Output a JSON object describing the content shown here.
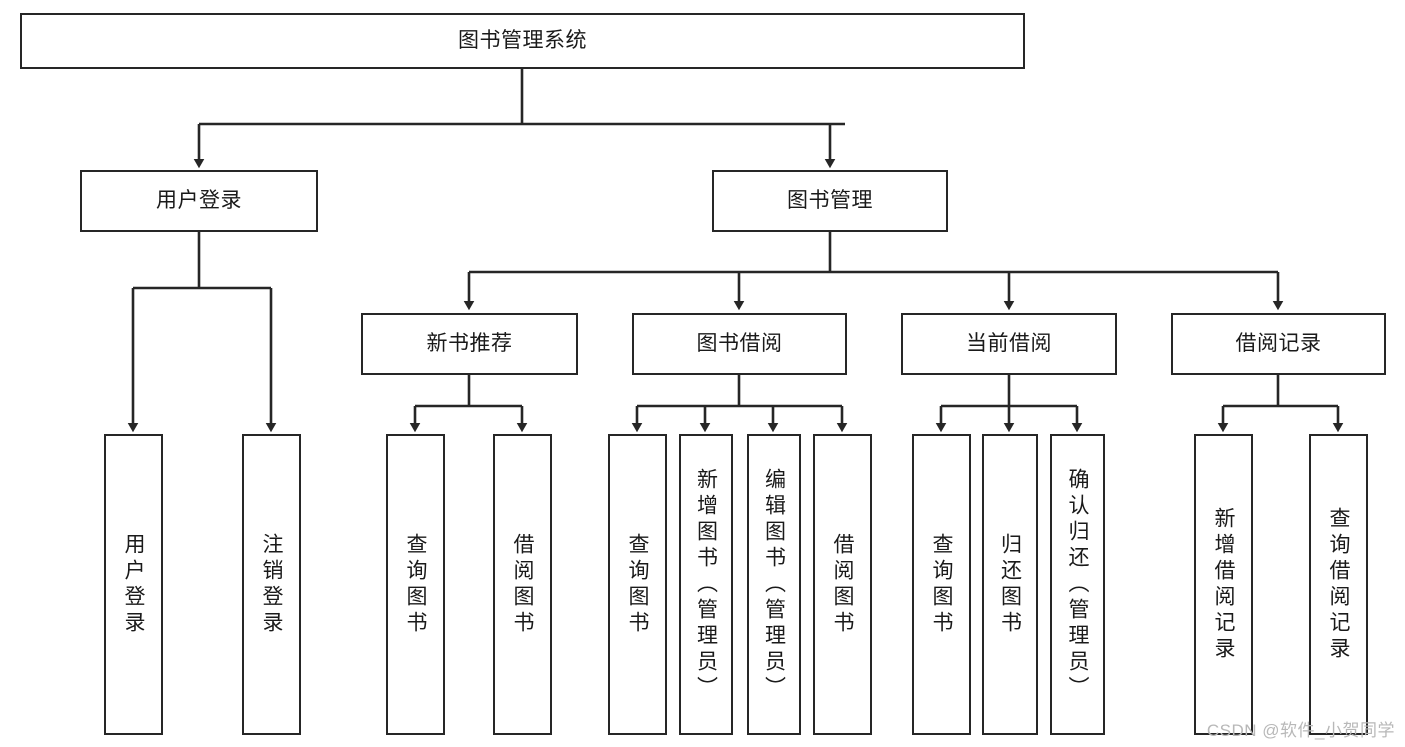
{
  "diagram": {
    "type": "tree-hierarchy",
    "title": "图书管理系统",
    "orientation": "top-down",
    "edge_color": "#262626",
    "box_border_color": "#262626",
    "box_fill_color": "#ffffff",
    "text_color": "#1a1a1a",
    "root": {
      "id": "root",
      "label": "图书管理系统",
      "level": 1
    },
    "level2": [
      {
        "id": "user-login",
        "label": "用户登录",
        "level": 2
      },
      {
        "id": "book-mgmt",
        "label": "图书管理",
        "level": 2
      }
    ],
    "level3": [
      {
        "id": "new-book-recommend",
        "label": "新书推荐",
        "level": 3,
        "parent": "book-mgmt"
      },
      {
        "id": "book-borrow",
        "label": "图书借阅",
        "level": 3,
        "parent": "book-mgmt"
      },
      {
        "id": "current-borrow",
        "label": "当前借阅",
        "level": 3,
        "parent": "book-mgmt"
      },
      {
        "id": "borrow-record",
        "label": "借阅记录",
        "level": 3,
        "parent": "book-mgmt"
      }
    ],
    "leaves": [
      {
        "id": "leaf-user-login",
        "label": "用户登录",
        "parent": "user-login",
        "orientation": "vertical"
      },
      {
        "id": "leaf-logout",
        "label": "注销登录",
        "parent": "user-login",
        "orientation": "vertical"
      },
      {
        "id": "leaf-query-book-1",
        "label": "查询图书",
        "parent": "new-book-recommend",
        "orientation": "vertical"
      },
      {
        "id": "leaf-borrow-book-1",
        "label": "借阅图书",
        "parent": "new-book-recommend",
        "orientation": "vertical"
      },
      {
        "id": "leaf-query-book-2",
        "label": "查询图书",
        "parent": "book-borrow",
        "orientation": "vertical"
      },
      {
        "id": "leaf-add-book",
        "label": "新增图书（管理员）",
        "parent": "book-borrow",
        "orientation": "vertical"
      },
      {
        "id": "leaf-edit-book",
        "label": "编辑图书（管理员）",
        "parent": "book-borrow",
        "orientation": "vertical"
      },
      {
        "id": "leaf-borrow-book-2",
        "label": "借阅图书",
        "parent": "book-borrow",
        "orientation": "vertical"
      },
      {
        "id": "leaf-query-book-3",
        "label": "查询图书",
        "parent": "current-borrow",
        "orientation": "vertical"
      },
      {
        "id": "leaf-return-book",
        "label": "归还图书",
        "parent": "current-borrow",
        "orientation": "vertical"
      },
      {
        "id": "leaf-confirm-return",
        "label": "确认归还（管理员）",
        "parent": "current-borrow",
        "orientation": "vertical"
      },
      {
        "id": "leaf-add-record",
        "label": "新增借阅记录",
        "parent": "borrow-record",
        "orientation": "vertical"
      },
      {
        "id": "leaf-query-record",
        "label": "查询借阅记录",
        "parent": "borrow-record",
        "orientation": "vertical"
      }
    ]
  },
  "watermark": {
    "text": "CSDN @软件_小贺同学"
  }
}
